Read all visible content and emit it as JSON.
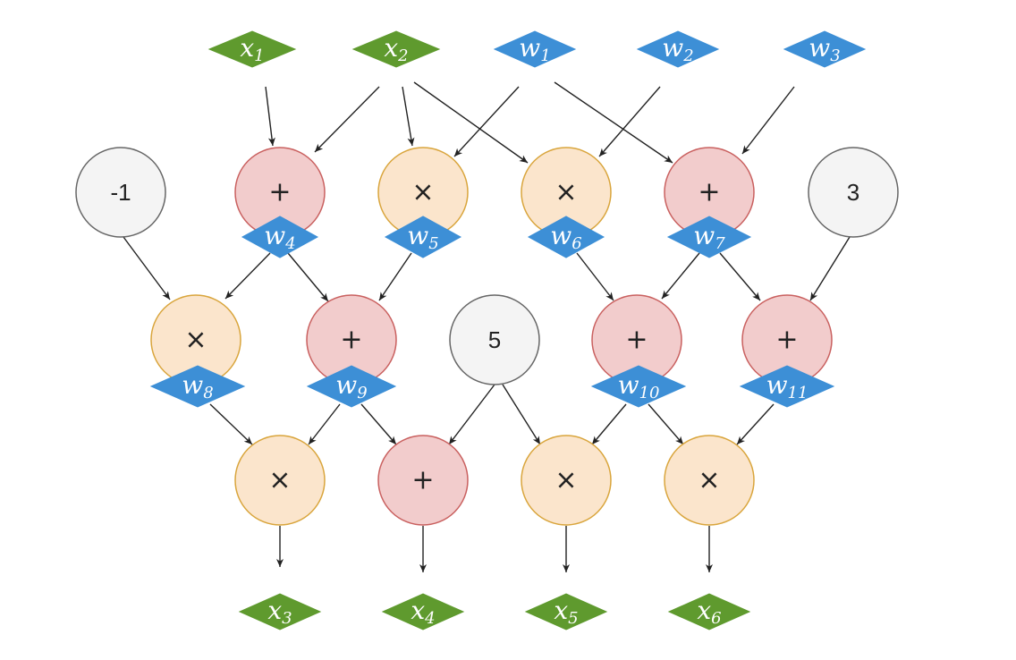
{
  "colors": {
    "input": "#5f9a2e",
    "weight": "#3d8fd6",
    "add_fill": "#f2cccc",
    "add_stroke": "#c9605f",
    "mul_fill": "#fbe5cc",
    "mul_stroke": "#d9a53c",
    "const_fill": "#f4f4f4",
    "const_stroke": "#666666",
    "edge": "#222222"
  },
  "inputs": [
    {
      "id": "x1",
      "base": "x",
      "sub": "1"
    },
    {
      "id": "x2",
      "base": "x",
      "sub": "2"
    }
  ],
  "outputs": [
    {
      "id": "x3",
      "base": "x",
      "sub": "3"
    },
    {
      "id": "x4",
      "base": "x",
      "sub": "4"
    },
    {
      "id": "x5",
      "base": "x",
      "sub": "5"
    },
    {
      "id": "x6",
      "base": "x",
      "sub": "6"
    }
  ],
  "weights": [
    {
      "id": "w1",
      "base": "w",
      "sub": "1"
    },
    {
      "id": "w2",
      "base": "w",
      "sub": "2"
    },
    {
      "id": "w3",
      "base": "w",
      "sub": "3"
    },
    {
      "id": "w4",
      "base": "w",
      "sub": "4"
    },
    {
      "id": "w5",
      "base": "w",
      "sub": "5"
    },
    {
      "id": "w6",
      "base": "w",
      "sub": "6"
    },
    {
      "id": "w7",
      "base": "w",
      "sub": "7"
    },
    {
      "id": "w8",
      "base": "w",
      "sub": "8"
    },
    {
      "id": "w9",
      "base": "w",
      "sub": "9"
    },
    {
      "id": "w10",
      "base": "w",
      "sub": "10"
    },
    {
      "id": "w11",
      "base": "w",
      "sub": "11"
    }
  ],
  "constants": [
    {
      "id": "c1",
      "label": "-1"
    },
    {
      "id": "c2",
      "label": "3"
    },
    {
      "id": "c3",
      "label": "5"
    }
  ],
  "operators": [
    {
      "id": "a1",
      "op": "add",
      "symbol": "+"
    },
    {
      "id": "m1",
      "op": "mul",
      "symbol": "×"
    },
    {
      "id": "m2",
      "op": "mul",
      "symbol": "×"
    },
    {
      "id": "a2",
      "op": "add",
      "symbol": "+"
    },
    {
      "id": "m3",
      "op": "mul",
      "symbol": "×"
    },
    {
      "id": "a3",
      "op": "add",
      "symbol": "+"
    },
    {
      "id": "a4",
      "op": "add",
      "symbol": "+"
    },
    {
      "id": "a5",
      "op": "add",
      "symbol": "+"
    },
    {
      "id": "m4",
      "op": "mul",
      "symbol": "×"
    },
    {
      "id": "a6",
      "op": "add",
      "symbol": "+"
    },
    {
      "id": "m5",
      "op": "mul",
      "symbol": "×"
    },
    {
      "id": "m6",
      "op": "mul",
      "symbol": "×"
    }
  ]
}
